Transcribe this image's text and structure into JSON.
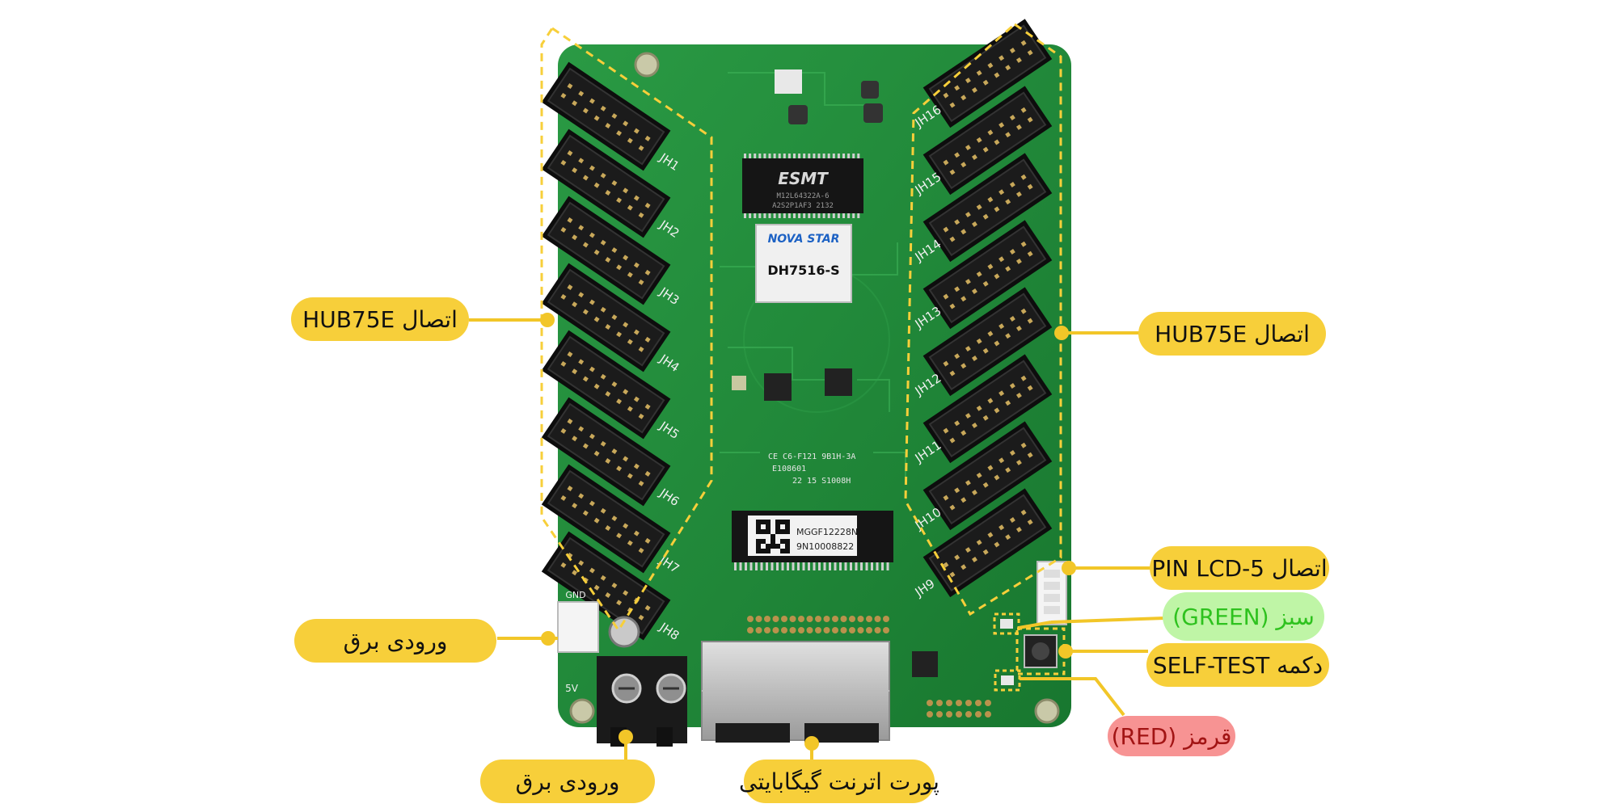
{
  "board": {
    "memory_chip_brand": "ESMT",
    "memory_chip_code_1": "M12L64322A-6",
    "memory_chip_code_2": "A2S2P1AF3   2132",
    "brand": "NOVA STAR",
    "model": "DH7516-S",
    "module_code_1": "MGGF12228N",
    "module_code_2": "9N10008822",
    "cert_text_1": "CE  C6-F121 9B1H-3A",
    "cert_text_2": "E108601",
    "cert_text_3": "22 15 S1008H",
    "gnd_label": "GND",
    "v5_label": "5V",
    "left_connector_labels": [
      "JH1",
      "JH2",
      "JH3",
      "JH4",
      "JH5",
      "JH6",
      "JH7",
      "JH8"
    ],
    "right_connector_labels": [
      "JH16",
      "JH15",
      "JH14",
      "JH13",
      "JH12",
      "JH11",
      "JH10",
      "JH9"
    ]
  },
  "callouts": {
    "hub_left": "اتصال HUB75E",
    "hub_right": "اتصال HUB75E",
    "power_left": "ورودی برق",
    "power_bottom": "ورودی برق",
    "ethernet": "پورت اترنت گیگابایتی",
    "lcd": "اتصال 5-PIN LCD",
    "green_led": "سبز (GREEN)",
    "self_test": "دکمه  SELF-TEST",
    "red_led": "قرمز (RED)"
  },
  "colors": {
    "pcb": "#1f8a3a",
    "callout": "#f7cf3a",
    "leader": "#f2c628",
    "green_callout_bg": "#bff5a6",
    "green_callout_text": "#2ec21e",
    "red_callout_bg": "#f79393",
    "red_callout_text": "#a21414"
  }
}
